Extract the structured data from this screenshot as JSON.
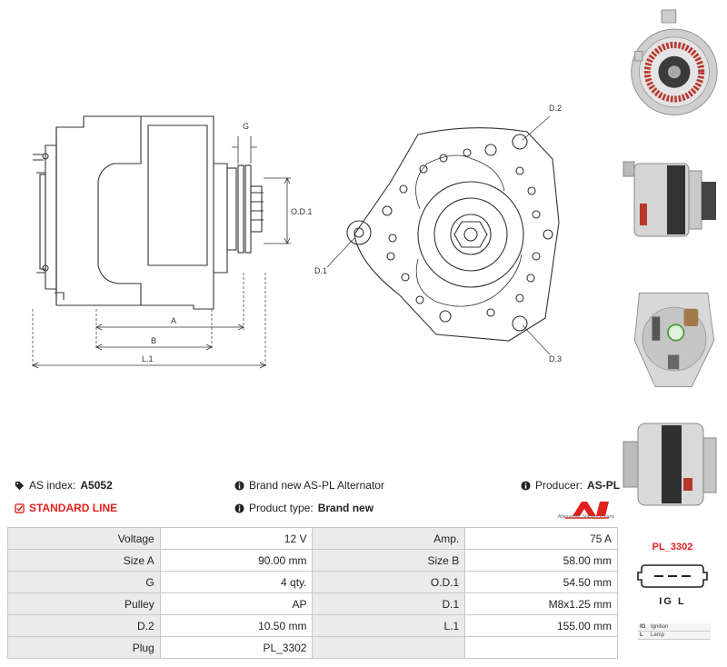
{
  "drawing_labels": {
    "g": "G",
    "od1": "O.D.1",
    "a": "A",
    "b": "B",
    "l1": "L.1",
    "d1": "D.1",
    "d2": "D.2",
    "d3": "D.3"
  },
  "info": {
    "as_index_label": "AS index:",
    "as_index_value": "A5052",
    "description": "Brand new AS-PL Alternator",
    "producer_label": "Producer:",
    "producer_value": "AS-PL",
    "line_label": "STANDARD LINE",
    "product_type_label": "Product type:",
    "product_type_value": "Brand new"
  },
  "logo": {
    "text": "AS",
    "tagline": "Alternators, Starters & Parts"
  },
  "specs": [
    {
      "l1": "Voltage",
      "v1": "12 V",
      "l2": "Amp.",
      "v2": "75 A"
    },
    {
      "l1": "Size A",
      "v1": "90.00 mm",
      "l2": "Size B",
      "v2": "58.00 mm"
    },
    {
      "l1": "G",
      "v1": "4 qty.",
      "l2": "O.D.1",
      "v2": "54.50 mm"
    },
    {
      "l1": "Pulley",
      "v1": "AP",
      "l2": "D.1",
      "v2": "M8x1.25 mm"
    },
    {
      "l1": "D.2",
      "v1": "10.50 mm",
      "l2": "L.1",
      "v2": "155.00 mm"
    },
    {
      "l1": "Plug",
      "v1": "PL_3302",
      "l2": "",
      "v2": ""
    }
  ],
  "plug": {
    "title": "PL_3302",
    "pins": "IG L",
    "legend": [
      {
        "code": "IG",
        "desc": "Ignition"
      },
      {
        "code": "L",
        "desc": "Lamp"
      }
    ]
  },
  "colors": {
    "accent_red": "#e2201f",
    "label_bg": "#ebebeb",
    "border": "#c8c8c8"
  }
}
